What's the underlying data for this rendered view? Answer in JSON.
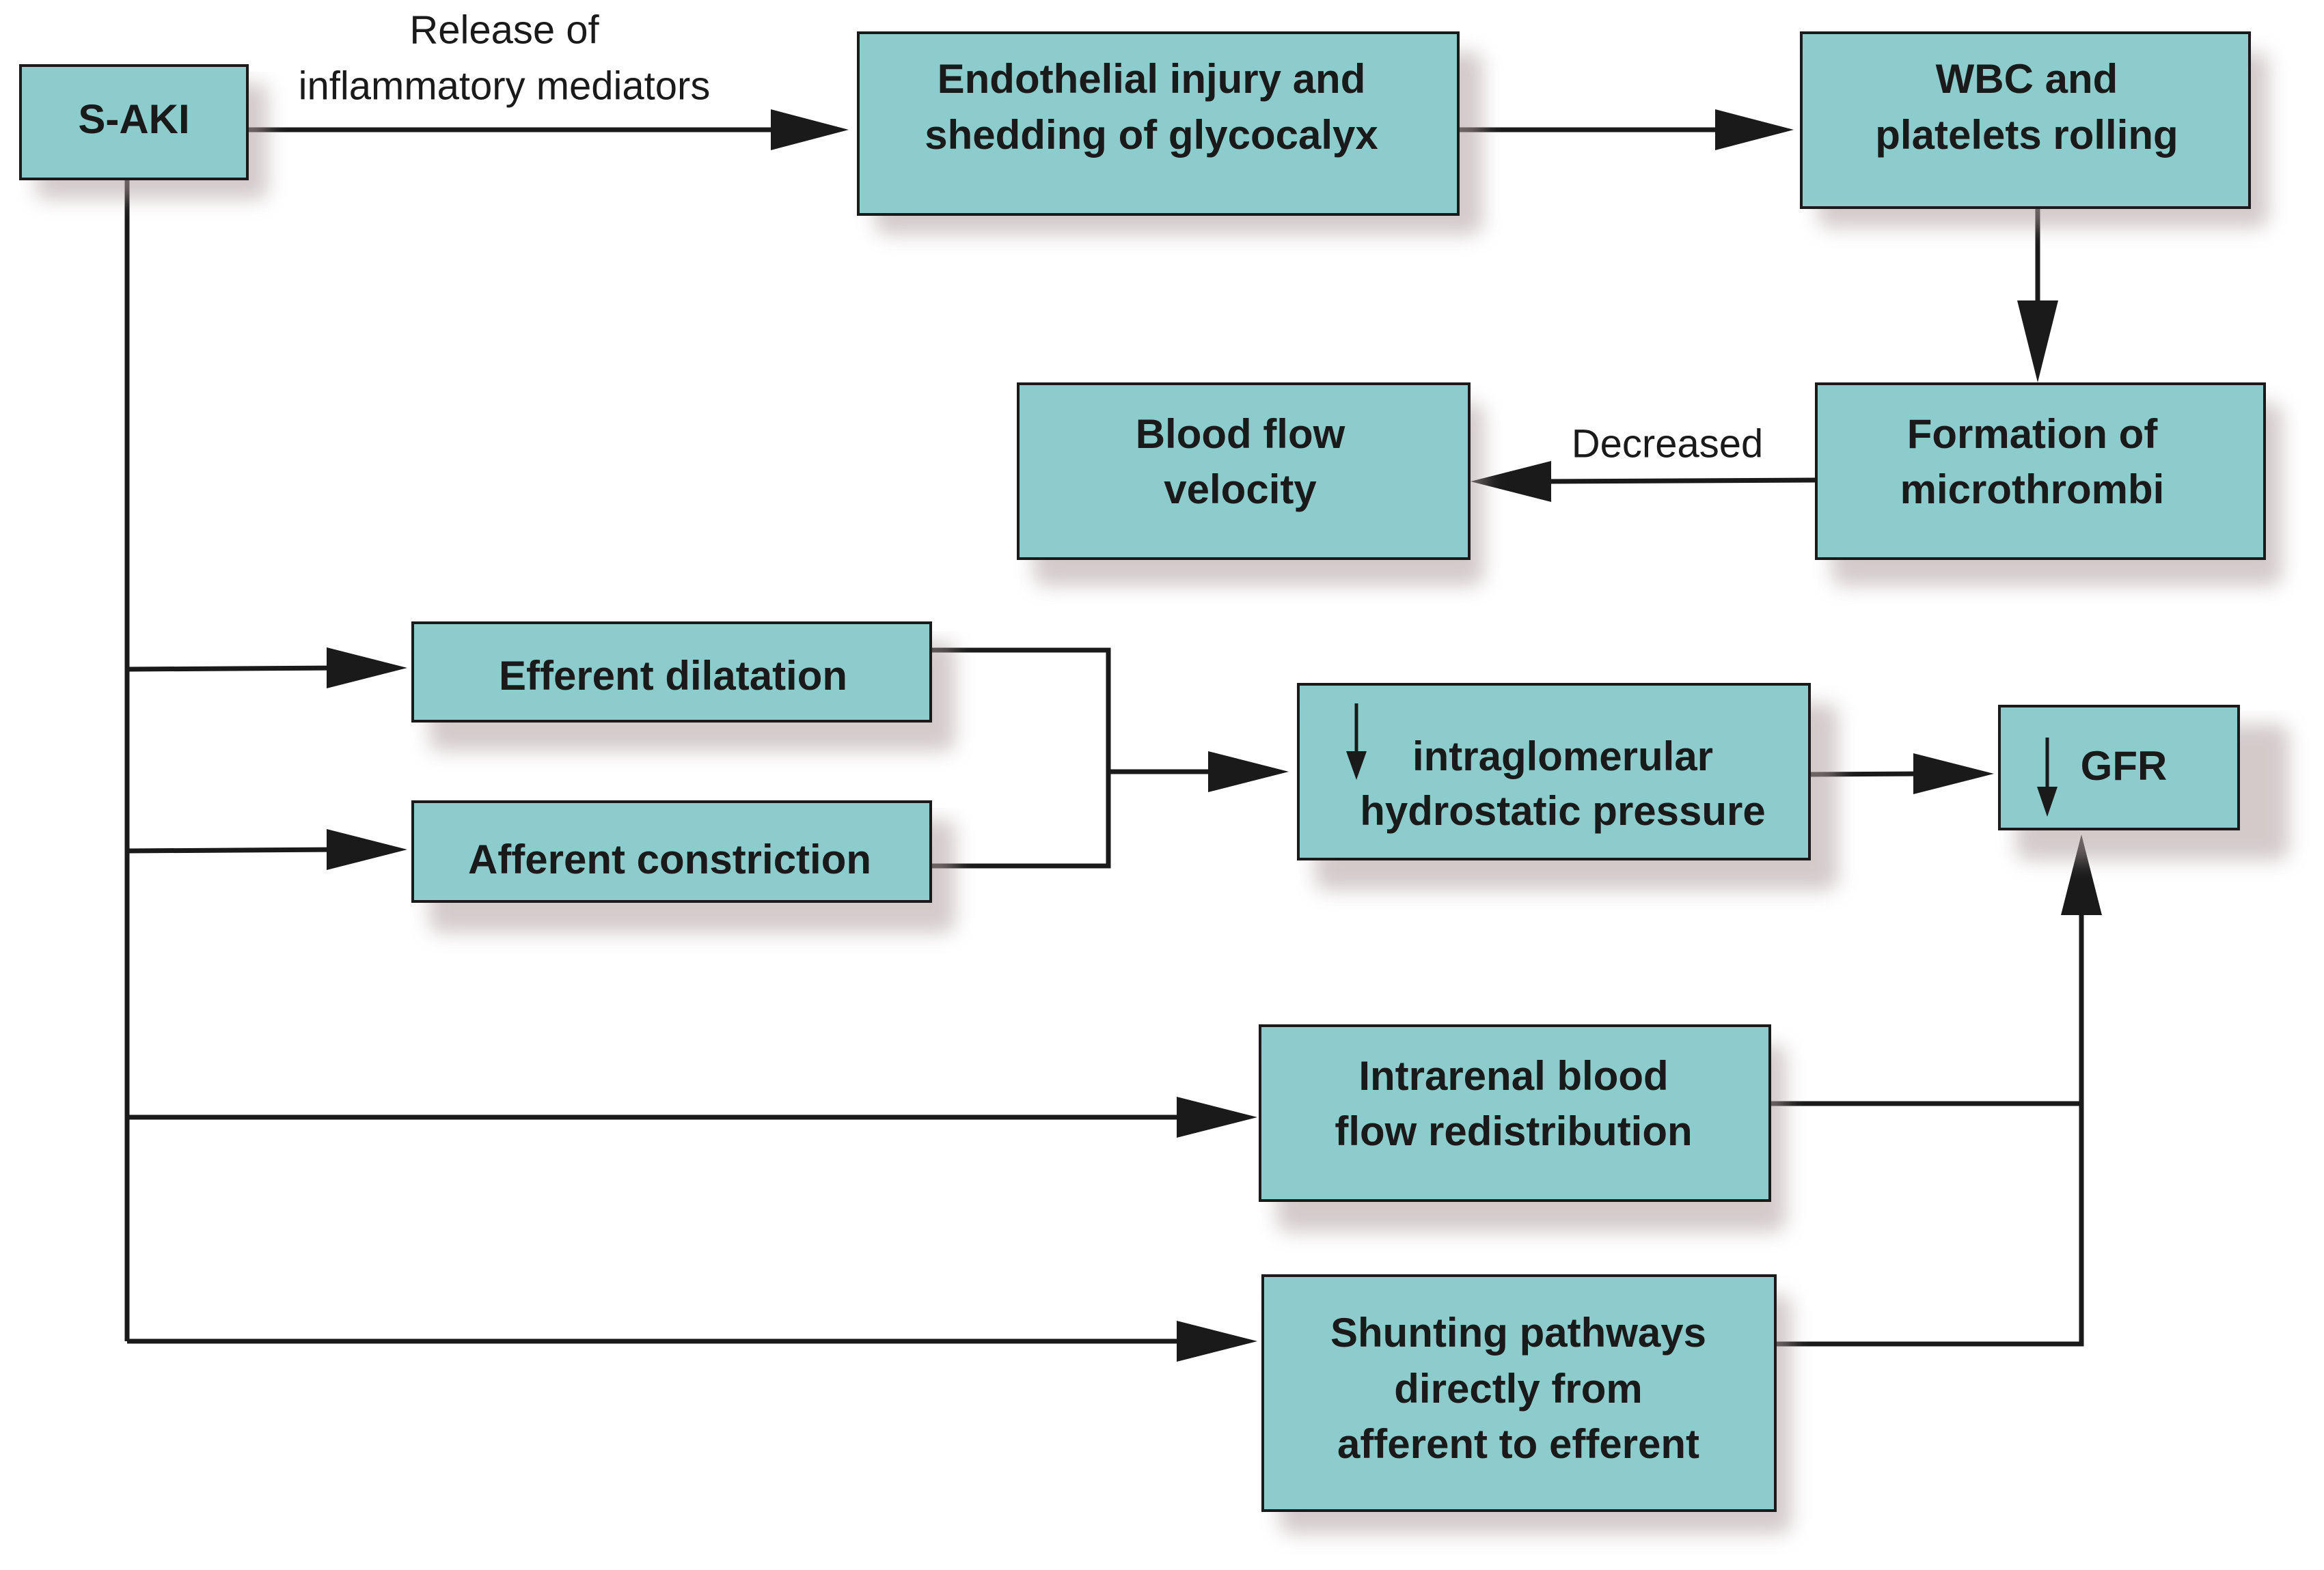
{
  "nodes": {
    "saki": {
      "lines": [
        "S-AKI"
      ]
    },
    "endothelial": {
      "lines": [
        "Endothelial injury and",
        "shedding of glycocalyx"
      ]
    },
    "wbc": {
      "lines": [
        "WBC and",
        "platelets rolling"
      ]
    },
    "microthrombi": {
      "lines": [
        "Formation of",
        "microthrombi"
      ]
    },
    "bloodflow": {
      "lines": [
        "Blood flow",
        "velocity"
      ]
    },
    "efferent": {
      "lines": [
        "Efferent dilatation"
      ]
    },
    "afferent": {
      "lines": [
        "Afferent constriction"
      ]
    },
    "intraglomerular": {
      "lines": [
        "intraglomerular",
        "hydrostatic pressure"
      ],
      "decrease_symbol": "↓"
    },
    "gfr": {
      "lines": [
        "GFR"
      ],
      "decrease_symbol": "↓"
    },
    "redistribution": {
      "lines": [
        "Intrarenal blood",
        "flow redistribution"
      ]
    },
    "shunting": {
      "lines": [
        "Shunting pathways",
        "directly from",
        "afferent to efferent"
      ]
    }
  },
  "edge_labels": {
    "release": [
      "Release of",
      "inflammatory mediators"
    ],
    "decreased": "Decreased"
  },
  "colors": {
    "box_fill": "#8ccccc",
    "stroke": "#1a1a1a",
    "background": "#ffffff"
  }
}
